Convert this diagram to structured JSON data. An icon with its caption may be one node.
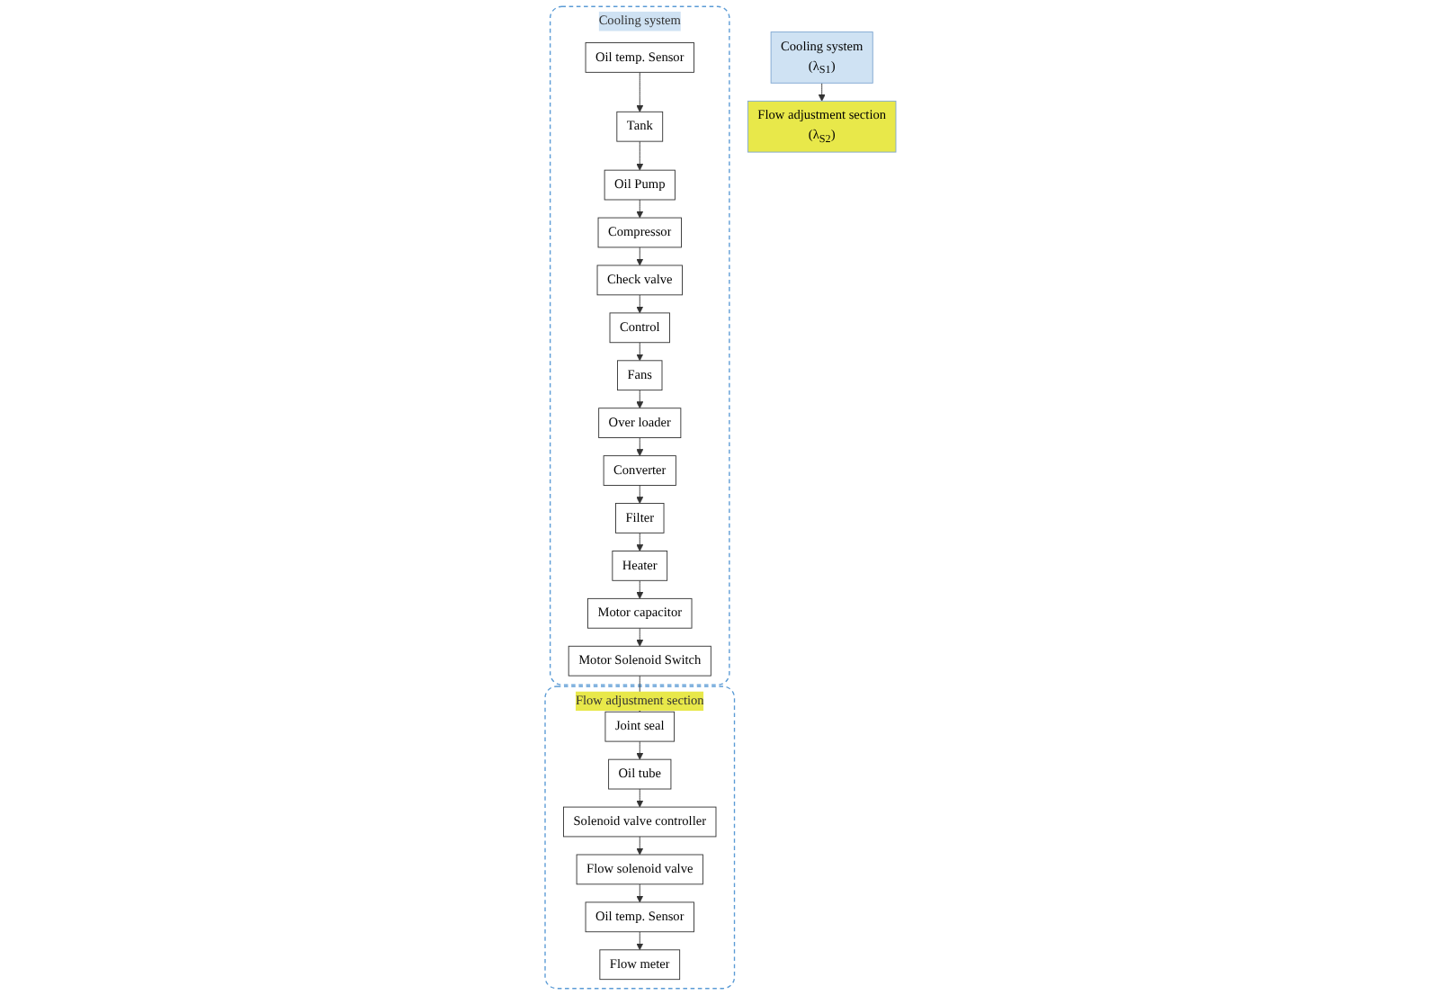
{
  "diagram": {
    "nodes": [
      {
        "text": [
          "Cooling system"
        ]
      },
      {
        "text": [
          "Oil temp. Sensor"
        ],
        "in": 0
      },
      {
        "text": [
          "Tank"
        ],
        "in": 0
      },
      {
        "text": [
          "Oil Pump"
        ],
        "in": 0
      },
      {
        "text": [
          "Compressor"
        ],
        "in": 0
      },
      {
        "text": [
          "Check valve"
        ],
        "in": 0
      },
      {
        "text": [
          "Control"
        ],
        "in": 0
      },
      {
        "text": [
          "Fans"
        ],
        "in": 0
      },
      {
        "text": [
          "Over loader"
        ],
        "in": 0
      },
      {
        "text": [
          "Converter"
        ],
        "in": 0
      },
      {
        "text": [
          "Filter"
        ],
        "in": 0
      },
      {
        "text": [
          "Heater"
        ],
        "in": 0
      },
      {
        "text": [
          "Motor capacitor"
        ],
        "in": 0
      },
      {
        "text": [
          "Motor Solenoid Switch"
        ],
        "in": 0
      },
      {
        "text": [
          "Flow adjustment section"
        ]
      },
      {
        "text": [
          "Joint seal"
        ],
        "in": 14
      },
      {
        "text": [
          "Oil tube"
        ],
        "in": 14
      },
      {
        "text": [
          "Solenoid valve controller"
        ],
        "in": 14
      },
      {
        "text": [
          "Flow solenoid valve"
        ],
        "in": 14
      },
      {
        "text": [
          "Oil temp. Sensor"
        ],
        "in": 14
      },
      {
        "text": [
          "Flow meter"
        ],
        "in": 14
      },
      {
        "text": [
          "Cooling system",
          "(λ$_{S1}$)"
        ]
      },
      {
        "text": [
          "Flow adjustment section",
          "(λ$_{S2}$)"
        ]
      }
    ],
    "edges": [
      {
        "from": 1,
        "to": 2,
        "arrow": "to"
      },
      {
        "from": 2,
        "to": 3,
        "arrow": "to"
      },
      {
        "from": 3,
        "to": 4,
        "arrow": "to"
      },
      {
        "from": 4,
        "to": 5,
        "arrow": "to"
      },
      {
        "from": 5,
        "to": 6,
        "arrow": "to"
      },
      {
        "from": 6,
        "to": 7,
        "arrow": "to"
      },
      {
        "from": 7,
        "to": 8,
        "arrow": "to"
      },
      {
        "from": 8,
        "to": 9,
        "arrow": "to"
      },
      {
        "from": 9,
        "to": 10,
        "arrow": "to"
      },
      {
        "from": 10,
        "to": 11,
        "arrow": "to"
      },
      {
        "from": 11,
        "to": 12,
        "arrow": "to"
      },
      {
        "from": 12,
        "to": 13,
        "arrow": "to"
      },
      {
        "from": 13,
        "to": 15,
        "arrow": "to"
      },
      {
        "from": 15,
        "to": 16,
        "arrow": "to"
      },
      {
        "from": 16,
        "to": 17,
        "arrow": "to"
      },
      {
        "from": 17,
        "to": 18,
        "arrow": "to"
      },
      {
        "from": 18,
        "to": 19,
        "arrow": "to"
      },
      {
        "from": 19,
        "to": 20,
        "arrow": "to"
      },
      {
        "from": 21,
        "to": 22,
        "arrow": "to"
      }
    ]
  }
}
